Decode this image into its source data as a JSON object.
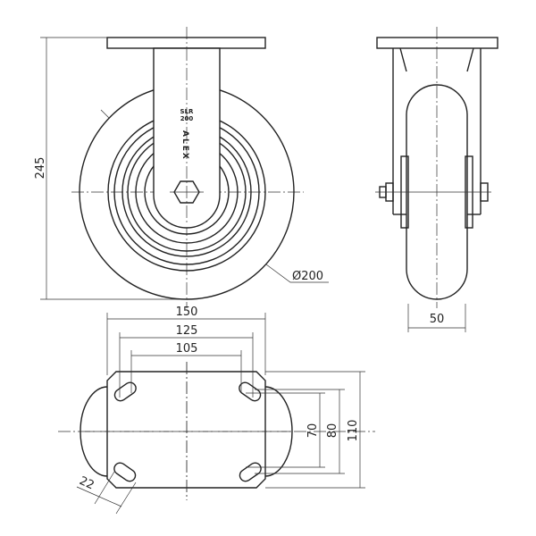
{
  "title": "Fixed castor technical drawing",
  "hub_marking": {
    "model": "SLR",
    "size": "200",
    "brand": "ALEX"
  },
  "dimensions": {
    "overall_height": "245",
    "wheel_diameter": "Ø200",
    "wheel_width": "50",
    "plate_length": "150",
    "hole_spacing_outer": "125",
    "hole_spacing_inner": "105",
    "hole_spacing_short_inner": "70",
    "hole_spacing_short_outer": "80",
    "plate_width": "110",
    "slot_length": "22"
  }
}
